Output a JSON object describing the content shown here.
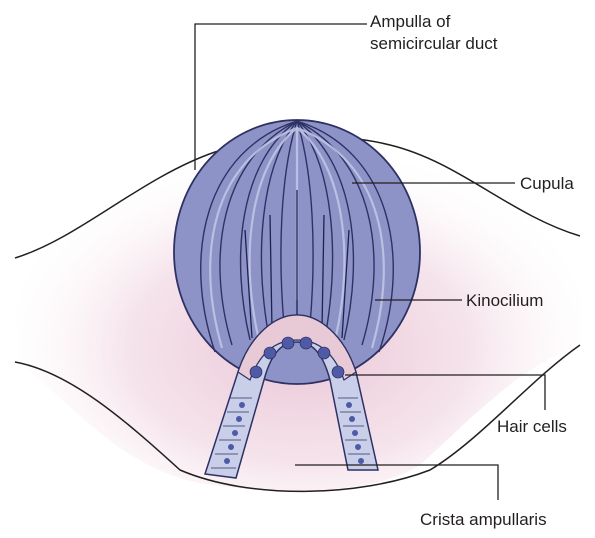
{
  "labels": {
    "ampulla_line1": "Ampulla of",
    "ampulla_line2": "semicircular duct",
    "cupula": "Cupula",
    "kinocilium": "Kinocilium",
    "hair_cells": "Hair cells",
    "crista": "Crista ampullaris"
  },
  "colors": {
    "cupula_fill": "#8d93c6",
    "cupula_stroke": "#2e3163",
    "cupula_stripe": "#b6bbe0",
    "endolymph_glow": "#e9c2d4",
    "crista_fill": "#c9cfe9",
    "hair_cell_fill": "#e8c9d6",
    "nucleus": "#4f5aa6",
    "outline": "#231f20"
  }
}
